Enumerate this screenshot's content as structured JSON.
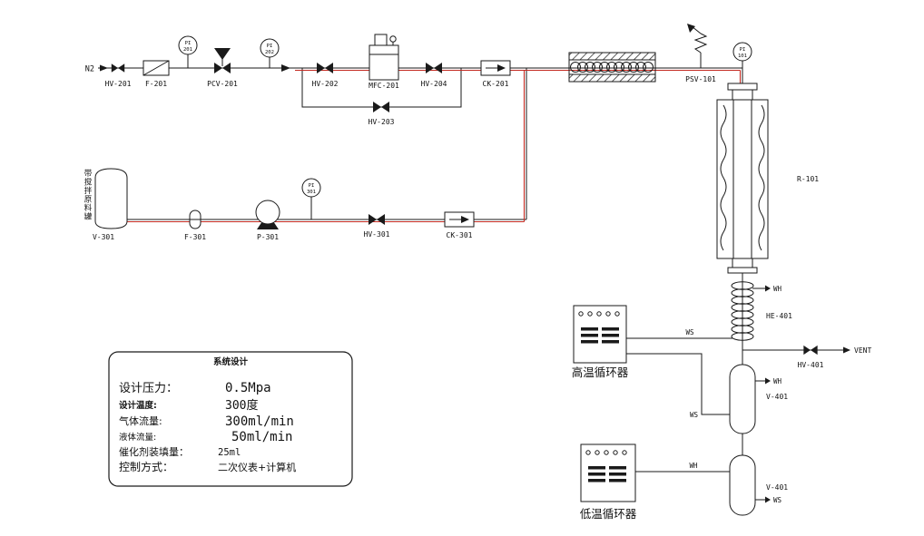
{
  "colors": {
    "pipe": "#1a1a1a",
    "hot_line": "#c42a21",
    "background": "#ffffff"
  },
  "inlet": {
    "label": "N2"
  },
  "equipment": {
    "hv201": "HV-201",
    "f201": "F-201",
    "pcv201": "PCV-201",
    "hv202": "HV-202",
    "mfc201": "MFC-201",
    "hv204": "HV-204",
    "hv203": "HV-203",
    "ck201": "CK-201",
    "psv101": "PSV-101",
    "r101": "R-101",
    "v301": "V-301",
    "v301_note": "带搅拌原料罐",
    "f301": "F-301",
    "p301": "P-301",
    "hv301": "HV-301",
    "ck301": "CK-301",
    "he401": "HE-401",
    "hv401": "HV-401",
    "vent": "VENT",
    "v401_top": "V-401",
    "v401_bottom": "V-401",
    "hot_circulator": "高温循环器",
    "cold_circulator": "低温循环器",
    "wh": "WH",
    "ws": "WS"
  },
  "gauges": {
    "pi201": {
      "l1": "PI",
      "l2": "201"
    },
    "pi202": {
      "l1": "PI",
      "l2": "202"
    },
    "pi101": {
      "l1": "PI",
      "l2": "101"
    },
    "pi301": {
      "l1": "PI",
      "l2": "301"
    }
  },
  "spec_box": {
    "title": "系统设计",
    "rows": [
      {
        "label": "设计压力：",
        "value": "0.5Mpa"
      },
      {
        "label": "设计温度:",
        "value": "300度"
      },
      {
        "label": "气体流量:",
        "value": "300ml/min"
      },
      {
        "label": "液体流量:",
        "value": "50ml/min"
      },
      {
        "label": "催化剂装填量：",
        "value": "25ml"
      },
      {
        "label": "控制方式：",
        "value": "二次仪表+计算机"
      }
    ]
  }
}
